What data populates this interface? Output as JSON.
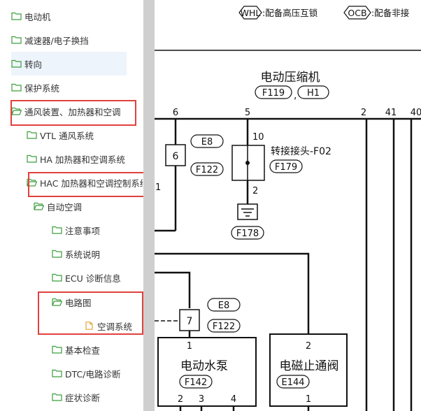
{
  "sidebar": {
    "items": [
      {
        "label": "电动机",
        "icon": "folder-closed-icon"
      },
      {
        "label": "减速器/电子换挡",
        "icon": "folder-closed-icon"
      },
      {
        "label": "转向",
        "icon": "folder-closed-icon",
        "selected": true
      },
      {
        "label": "保护系统",
        "icon": "folder-closed-icon"
      },
      {
        "label": "通风装置、加热器和空调",
        "icon": "folder-open-icon"
      },
      {
        "label": "VTL 通风系统",
        "icon": "folder-closed-icon"
      },
      {
        "label": "HA 加热器和空调系统",
        "icon": "folder-closed-icon"
      },
      {
        "label": "HAC 加热器和空调控制系统",
        "icon": "folder-open-icon"
      },
      {
        "label": "自动空调",
        "icon": "folder-open-icon"
      },
      {
        "label": "注意事项",
        "icon": "folder-closed-icon"
      },
      {
        "label": "系统说明",
        "icon": "folder-closed-icon"
      },
      {
        "label": "ECU 诊断信息",
        "icon": "folder-closed-icon"
      },
      {
        "label": "电路图",
        "icon": "folder-open-icon"
      },
      {
        "label": "空调系统",
        "icon": "document-icon"
      },
      {
        "label": "基本检查",
        "icon": "folder-closed-icon"
      },
      {
        "label": "DTC/电路诊断",
        "icon": "folder-closed-icon"
      },
      {
        "label": "症状诊断",
        "icon": "folder-closed-icon"
      }
    ]
  },
  "diagram": {
    "legend": {
      "whl_tag": "WHL",
      "whl_text": ":配备高压互锁",
      "ocb_tag": "OCB",
      "ocb_text": ":配备非接"
    },
    "compressor": {
      "title": "电动压缩机",
      "connector1": "F119",
      "sep": ",",
      "connector2": "H1"
    },
    "bus_pins": {
      "p6": "6",
      "p5": "5",
      "p2": "2",
      "p41": "41",
      "p40": "40"
    },
    "joint": {
      "pin_top": "10",
      "pin_bottom": "2",
      "label": "转接接头-F02",
      "connector": "F179",
      "ground": "F178"
    },
    "inline1": {
      "pin": "6",
      "tag_e": "E8",
      "tag_f": "F122",
      "side_pin": "1"
    },
    "inline2": {
      "pin": "7",
      "tag_e": "E8",
      "tag_f": "F122"
    },
    "pump": {
      "pin_top": "1",
      "title": "电动水泵",
      "connector": "F142",
      "pins": [
        "2",
        "3",
        "4"
      ]
    },
    "valve": {
      "pin_top": "2",
      "title": "电磁止通阀",
      "connector": "E144",
      "pin_bottom": "1"
    }
  },
  "colors": {
    "highlight": "#e0413d",
    "folder": "#3d9d3d",
    "document": "#e5a33a",
    "selected_row": "#eef4fb",
    "divider": "#cfcfcf"
  }
}
